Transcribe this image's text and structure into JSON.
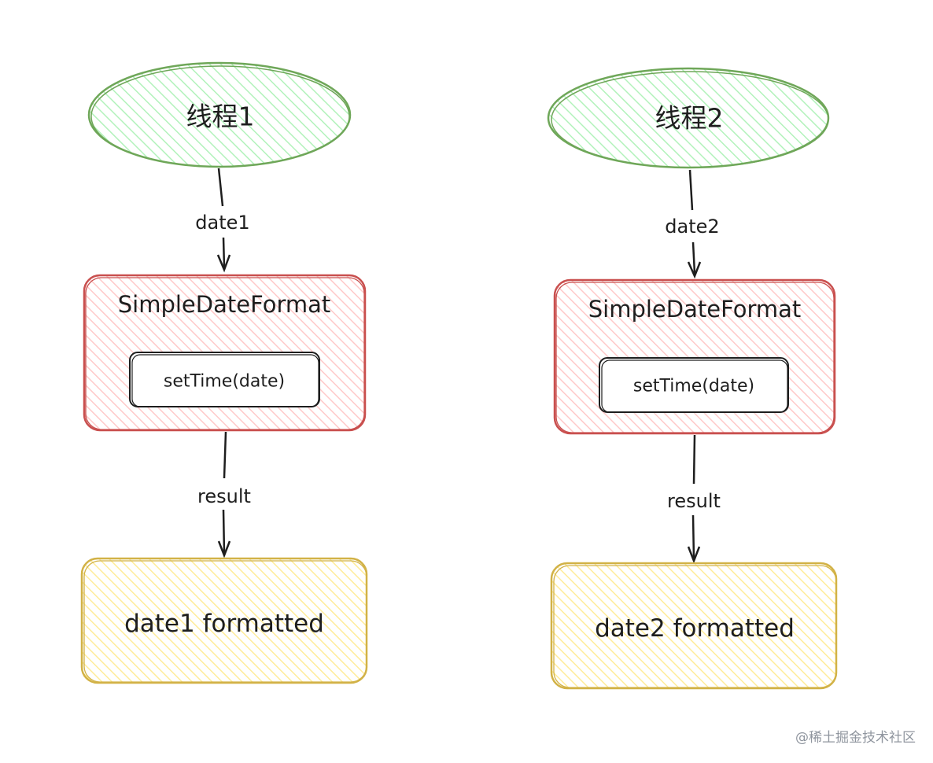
{
  "colors": {
    "thread_fill": "#b2f2bb",
    "thread_stroke": "#6fa759",
    "class_fill": "#ffc9c9",
    "class_stroke": "#c9504f",
    "output_fill": "#ffec99",
    "output_stroke": "#d2b247",
    "method_fill": "#ffffff",
    "method_stroke": "#1e1e1e",
    "arrow": "#1e1e1e"
  },
  "diagram": {
    "columns": [
      {
        "thread": "线程1",
        "input_label": "date1",
        "class_name": "SimpleDateFormat",
        "method": "setTime(date)",
        "output_edge_label": "result",
        "output": "date1 formatted"
      },
      {
        "thread": "线程2",
        "input_label": "date2",
        "class_name": "SimpleDateFormat",
        "method": "setTime(date)",
        "output_edge_label": "result",
        "output": "date2 formatted"
      }
    ]
  },
  "watermark": "@稀土掘金技术社区"
}
